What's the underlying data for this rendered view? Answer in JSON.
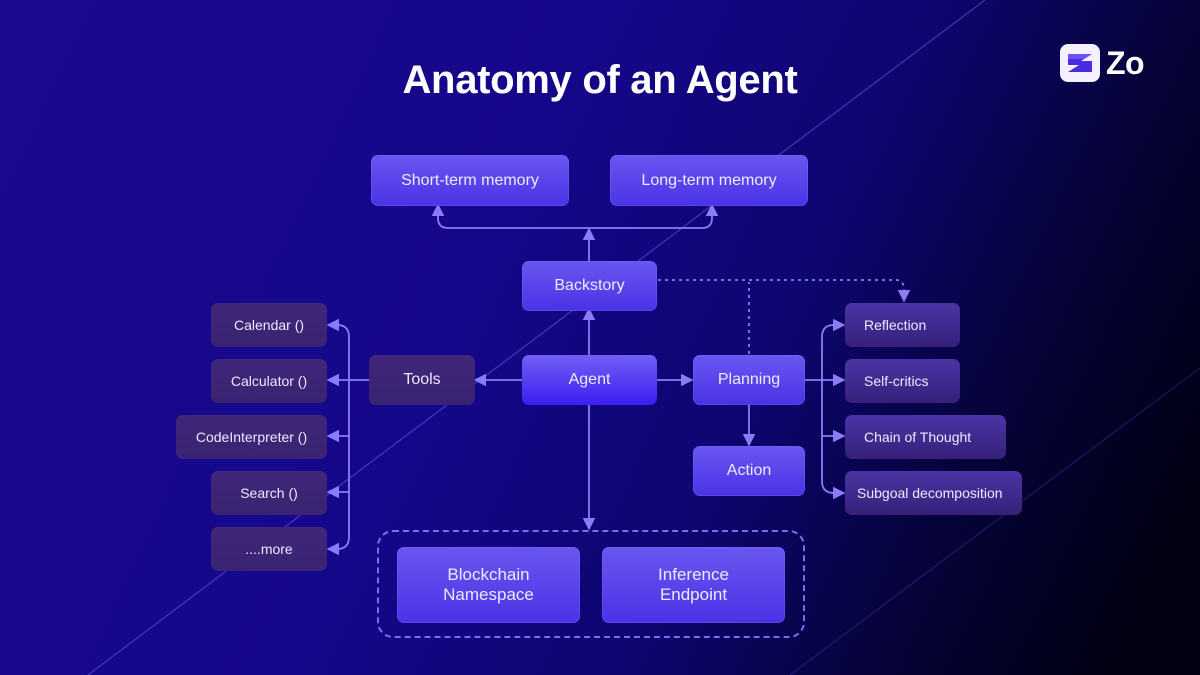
{
  "title": "Anatomy of an Agent",
  "brand": {
    "name": "Zo",
    "icon": "zo-logo-icon",
    "mark_color": "#4a2be0",
    "tile_color": "#f3f1ff"
  },
  "colors": {
    "connector": "#8b7cf6",
    "primary_node": "#5a44ec",
    "secondary_node": "#3e2578",
    "title_text": "#ffffff"
  },
  "nodes": {
    "short_term_memory": "Short-term memory",
    "long_term_memory": "Long-term memory",
    "backstory": "Backstory",
    "agent": "Agent",
    "tools": "Tools",
    "planning": "Planning",
    "action": "Action",
    "blockchain_namespace": "Blockchain Namespace",
    "inference_endpoint": "Inference Endpoint"
  },
  "tool_items": [
    "Calendar ()",
    "Calculator ()",
    "CodeInterpreter ()",
    "Search ()",
    "....more"
  ],
  "planning_items": [
    "Reflection",
    "Self-critics",
    "Chain of Thought",
    "Subgoal decomposition"
  ],
  "edges": [
    {
      "from": "backstory",
      "to": "short_term_memory",
      "style": "solid"
    },
    {
      "from": "backstory",
      "to": "long_term_memory",
      "style": "solid"
    },
    {
      "from": "agent",
      "to": "backstory",
      "style": "solid"
    },
    {
      "from": "agent",
      "to": "tools",
      "style": "solid"
    },
    {
      "from": "agent",
      "to": "planning",
      "style": "solid"
    },
    {
      "from": "planning",
      "to": "action",
      "style": "solid"
    },
    {
      "from": "agent",
      "to": "infrastructure_group",
      "style": "solid"
    },
    {
      "from": "tools",
      "to": "tool_items",
      "style": "solid"
    },
    {
      "from": "planning",
      "to": "planning_items",
      "style": "solid"
    },
    {
      "from": "backstory",
      "to": "reflection",
      "style": "dotted"
    },
    {
      "from": "planning",
      "to": "backstory",
      "style": "dotted"
    }
  ]
}
